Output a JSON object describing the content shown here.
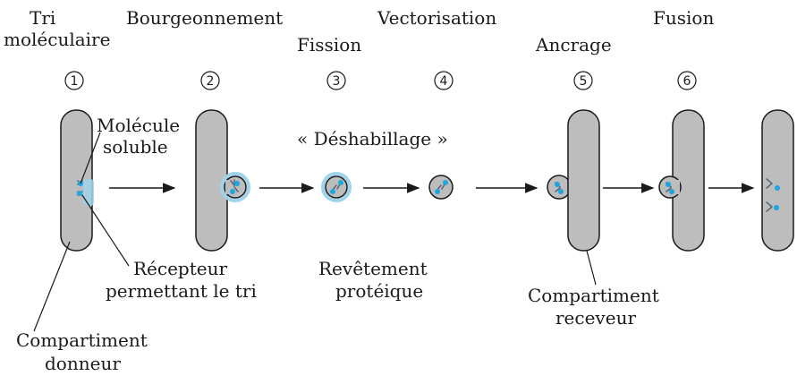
{
  "steps": [
    {
      "num": "1",
      "label_lines": [
        "Tri",
        "moléculaire"
      ]
    },
    {
      "num": "2",
      "label_lines": [
        "Bourgeonnement"
      ]
    },
    {
      "num": "3",
      "label_lines": [
        "Fission"
      ]
    },
    {
      "num": "4",
      "label_lines": [
        "Vectorisation"
      ]
    },
    {
      "num": "5",
      "label_lines": [
        "Ancrage"
      ]
    },
    {
      "num": "6",
      "label_lines": [
        "Fusion"
      ]
    }
  ],
  "annotations": {
    "soluble_molecule": [
      "Molécule",
      "soluble"
    ],
    "uncoating": "« Déshabillage »",
    "sorting_receptor": [
      "Récepteur",
      "permettant le tri"
    ],
    "protein_coat": [
      "Revêtement",
      "protéique"
    ],
    "donor_compartment": [
      "Compartiment",
      "donneur"
    ],
    "recipient_compartment": [
      "Compartiment",
      "receveur"
    ]
  },
  "colors": {
    "compartment_fill": "#bdbdbd",
    "coat": "#9fd3ea",
    "molecule": "#1ea6df",
    "receptor": "#5a6a78",
    "ink": "#1a1a1a"
  }
}
